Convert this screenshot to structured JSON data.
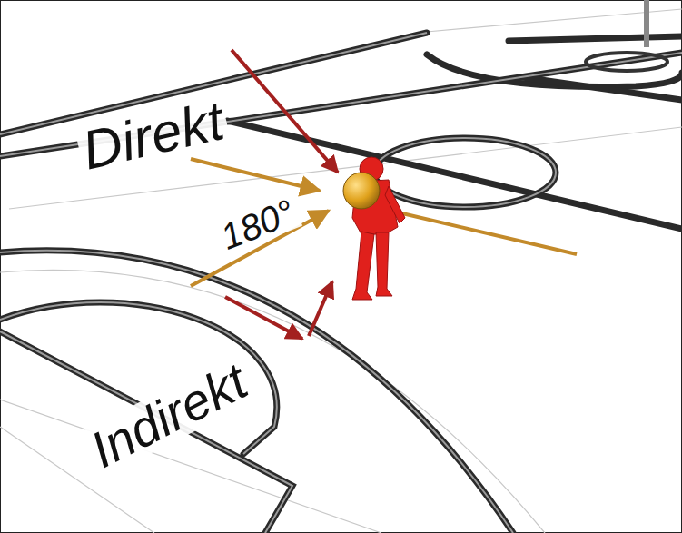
{
  "diagram": {
    "labels": [
      "Direkt",
      "180°",
      "Indirekt"
    ]
  }
}
